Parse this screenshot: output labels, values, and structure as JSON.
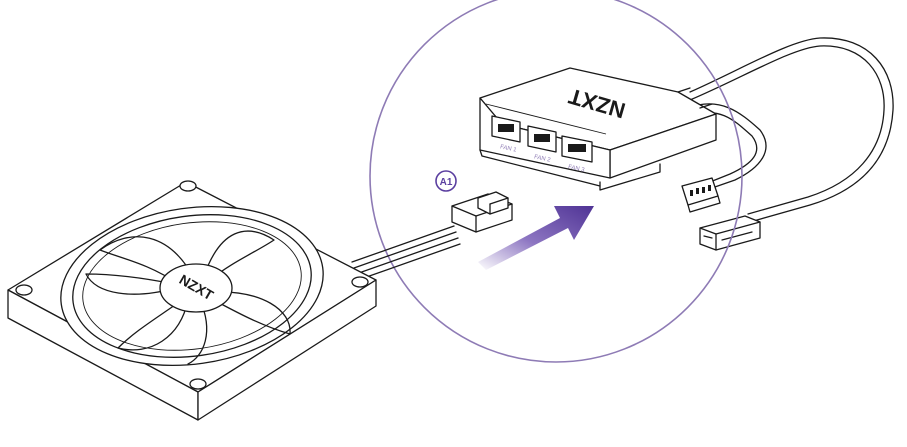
{
  "callout": {
    "label": "A1"
  },
  "hub": {
    "logo": "NZXT",
    "ports": [
      "FAN 1",
      "FAN 2",
      "FAN 3"
    ]
  },
  "fan": {
    "logo": "NZXT"
  },
  "colors": {
    "accent": "#5b3fa0",
    "accent_light": "#8e7bb5",
    "outline": "#1a1a1a",
    "background": "#ffffff"
  }
}
